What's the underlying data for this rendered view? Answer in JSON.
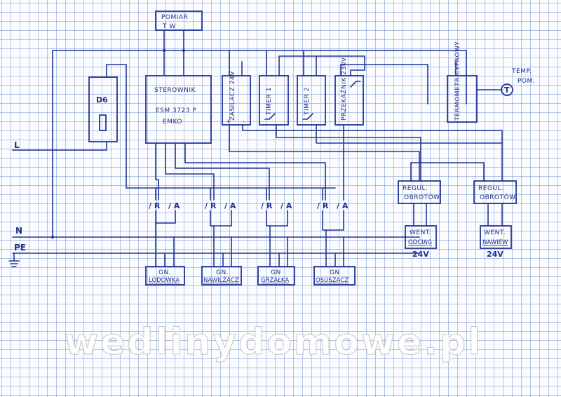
{
  "pomiar": {
    "line1": "POMIAR",
    "line2": "T   W"
  },
  "breaker": {
    "label": "D6"
  },
  "controller": {
    "line1": "STEROWNIK",
    "line2": "ESM 3723 P",
    "line3": "EMKO"
  },
  "power_supply": {
    "label": "ZASILACZ 24V",
    "plus": "+",
    "minus": "-"
  },
  "timer1": {
    "label": "TIMER 1"
  },
  "timer2": {
    "label": "TIMER 2"
  },
  "switch": {
    "label": "PRZEKAŹNIK 230V"
  },
  "thermometer": {
    "label": "TERMOMETR CYFROWY"
  },
  "temp_sensor": {
    "line1": "TEMP.",
    "line2": "POM.",
    "symbol": "T"
  },
  "rails": {
    "L": "L",
    "N": "N",
    "PE": "PE"
  },
  "relays": [
    {
      "r": "/ R",
      "a": "/ A"
    },
    {
      "r": "/ R",
      "a": "/ A"
    },
    {
      "r": "/ R",
      "a": "/ A"
    },
    {
      "r": "/ R",
      "a": "/ A"
    }
  ],
  "sockets": [
    {
      "line1": "GN.",
      "line2": "LODÓWKA"
    },
    {
      "line1": "GN.",
      "line2": "NAWILŻACZ"
    },
    {
      "line1": "GN",
      "line2": "GRZAŁKA"
    },
    {
      "line1": "GN",
      "line2": "OSUSZACZ"
    }
  ],
  "regulators": [
    {
      "line1": "REGUL.",
      "line2": "OBROTÓW"
    },
    {
      "line1": "REGUL.",
      "line2": "OBROTÓW"
    }
  ],
  "fans": [
    {
      "line1": "WENT.",
      "line2": "ODCIĄG",
      "line3": "24V"
    },
    {
      "line1": "WENT.",
      "line2": "NAWIEW",
      "line3": "24V"
    }
  ],
  "watermark": "wedlinydomowe.pl"
}
